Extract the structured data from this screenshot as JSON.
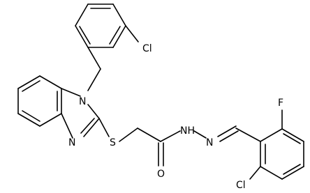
{
  "molecule": {
    "atom_labels": {
      "cl_top": "Cl",
      "n_ring_top": "N",
      "n_ring_bottom": "N",
      "s": "S",
      "nh": "NH",
      "n_imine": "N",
      "o": "O",
      "f": "F",
      "cl_bottom": "Cl"
    }
  },
  "colors": {
    "bond": "#000000",
    "text": "#000000",
    "background": "#ffffff"
  }
}
